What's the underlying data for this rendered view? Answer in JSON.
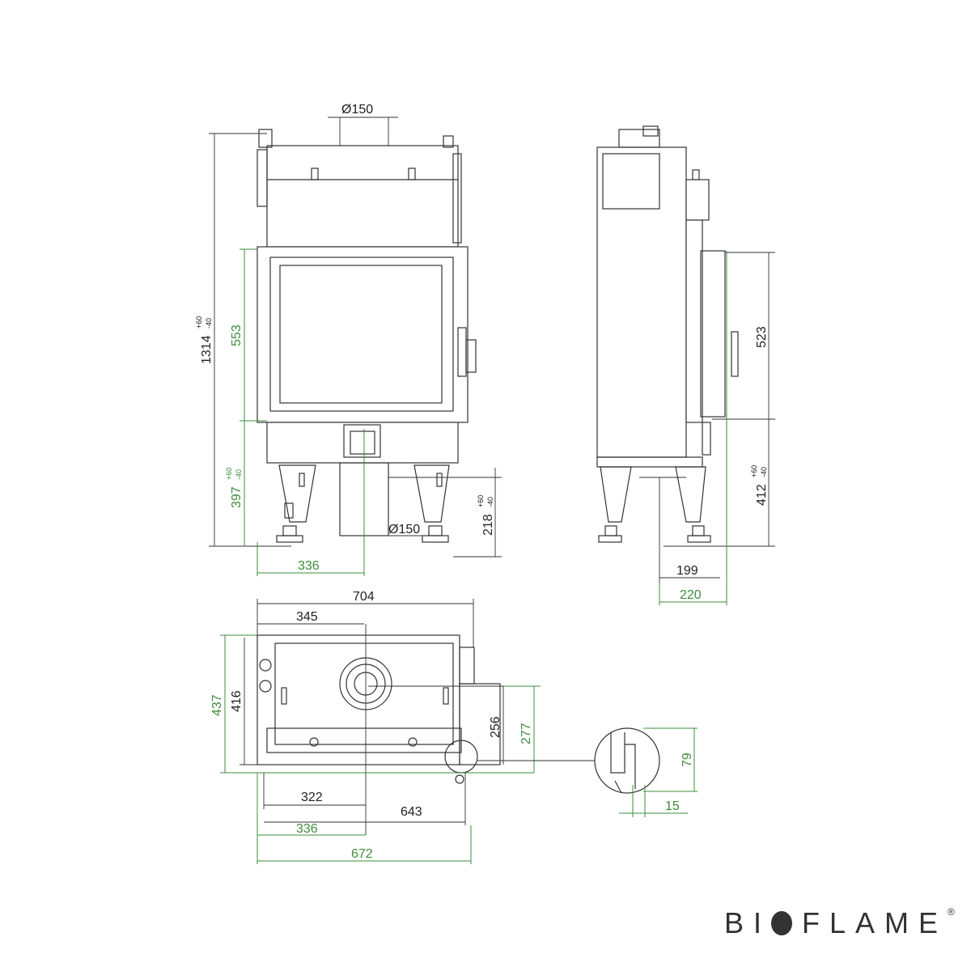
{
  "drawing": {
    "front_view": {
      "flue_top": "Ø150",
      "total_height": "1314",
      "total_height_tol_plus": "+60",
      "total_height_tol_minus": "-40",
      "door_height": "553",
      "base_height": "397",
      "base_height_tol_plus": "+60",
      "base_height_tol_minus": "-40",
      "air_inlet_height": "218",
      "air_inlet_tol_plus": "+60",
      "air_inlet_tol_minus": "-40",
      "flue_bottom": "Ø150",
      "axis_offset": "336"
    },
    "side_view": {
      "door_height": "523",
      "base_height": "412",
      "base_tol_plus": "+60",
      "base_tol_minus": "-40",
      "depth_inlet": "199",
      "depth_total": "220"
    },
    "top_view": {
      "width_total": "704",
      "axis_from_left": "345",
      "depth_outer": "437",
      "depth_inner": "416",
      "depth_right_inner": "256",
      "depth_right_outer": "277",
      "front_axis": "322",
      "front_width": "643",
      "axis_green": "336",
      "width_green": "672"
    },
    "detail": {
      "height": "79",
      "width": "15"
    }
  },
  "brand": {
    "name_a": "BI",
    "name_b": "FLAME",
    "registered": "®"
  }
}
